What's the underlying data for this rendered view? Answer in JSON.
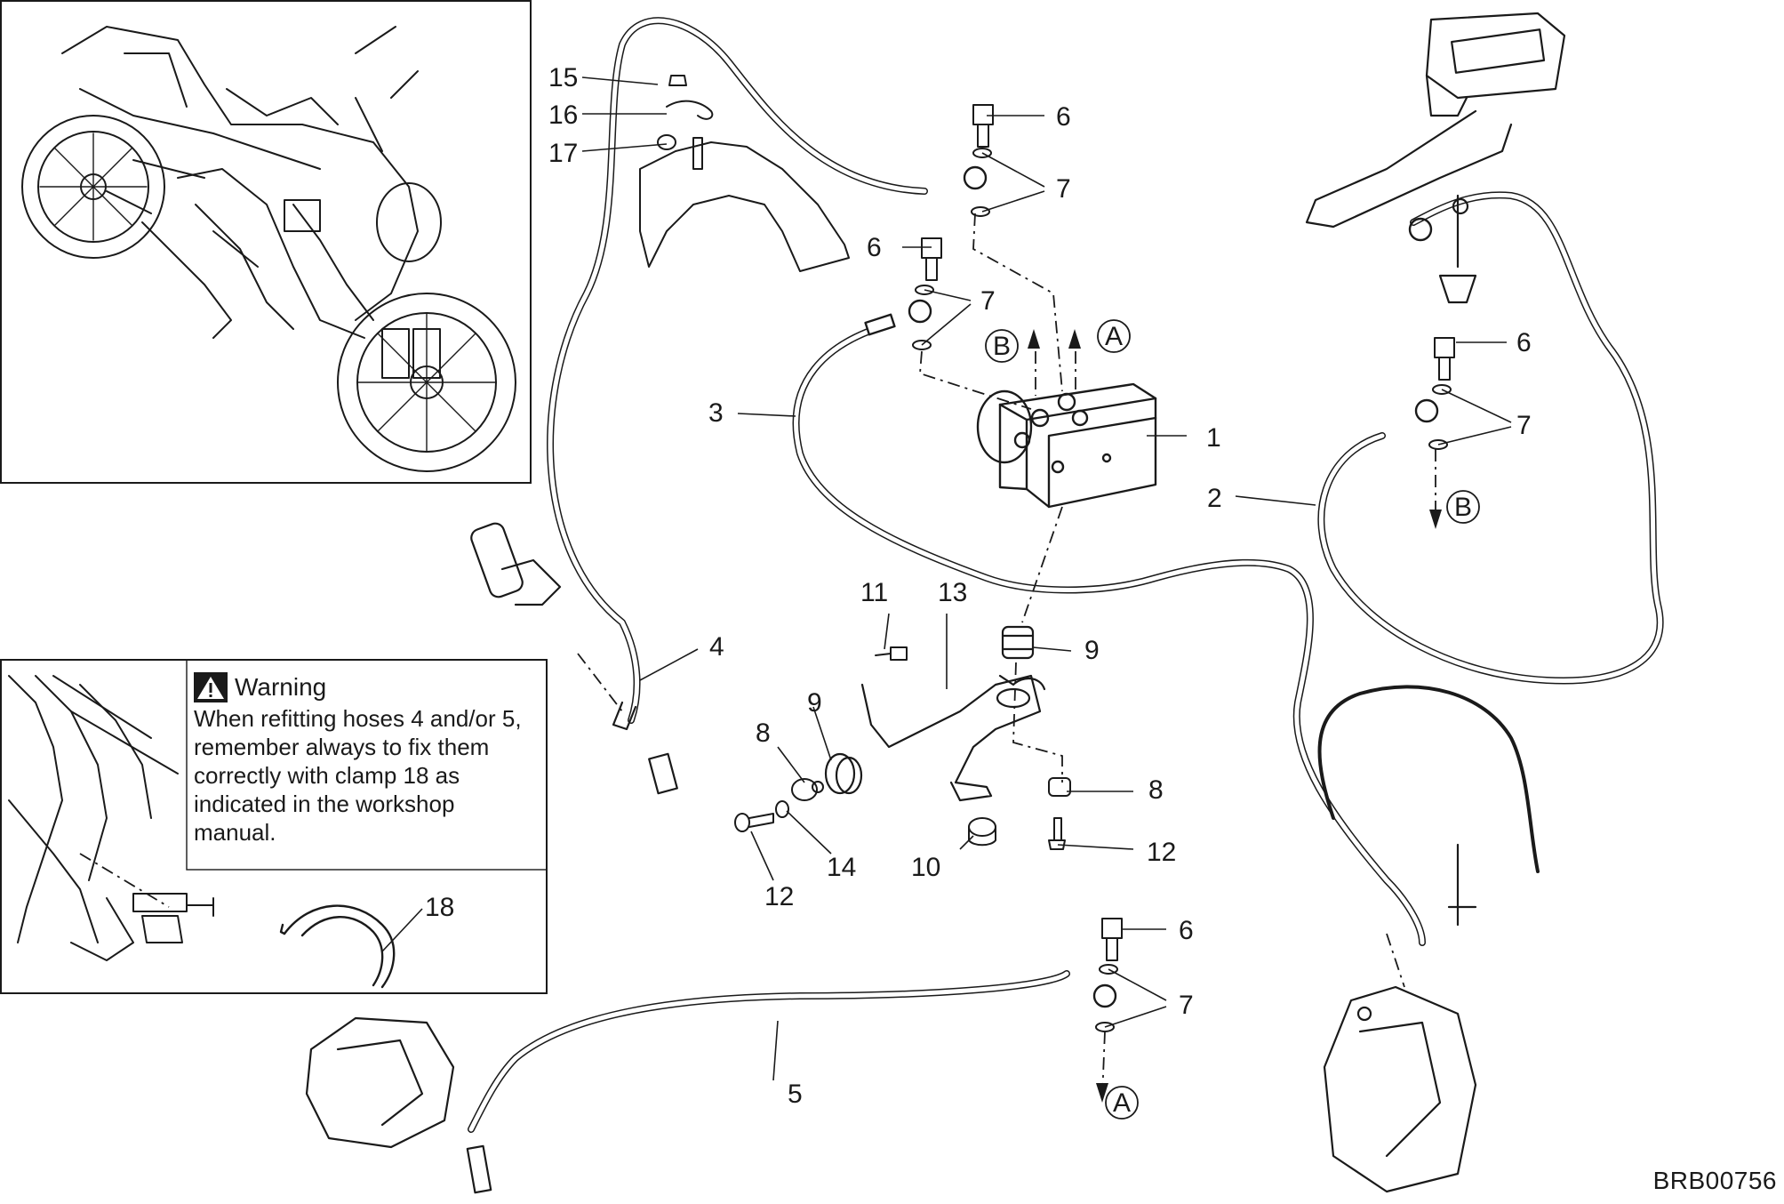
{
  "warning": {
    "title": "Warning",
    "lines": [
      "When refitting hoses 4 and/or 5,",
      "remember always to fix them",
      "correctly with clamp 18 as",
      "indicated in the workshop",
      "manual."
    ]
  },
  "drawing_code": "BRB00756",
  "callouts": {
    "c1": "1",
    "c2": "2",
    "c3": "3",
    "c4": "4",
    "c5": "5",
    "c6a": "6",
    "c6b": "6",
    "c6c": "6",
    "c6d": "6",
    "c7a": "7",
    "c7b": "7",
    "c7c": "7",
    "c7d": "7",
    "c8a": "8",
    "c8b": "8",
    "c9a": "9",
    "c9b": "9",
    "c10": "10",
    "c11": "11",
    "c12a": "12",
    "c12b": "12",
    "c13": "13",
    "c14": "14",
    "c15": "15",
    "c16": "16",
    "c17": "17",
    "c18": "18"
  },
  "connection_markers": {
    "a1": "A",
    "b1": "B",
    "b2": "B",
    "a2": "A"
  },
  "icons": [
    "warning-triangle-icon"
  ],
  "colors": {
    "line": "#1a1a1a",
    "background": "#ffffff"
  }
}
